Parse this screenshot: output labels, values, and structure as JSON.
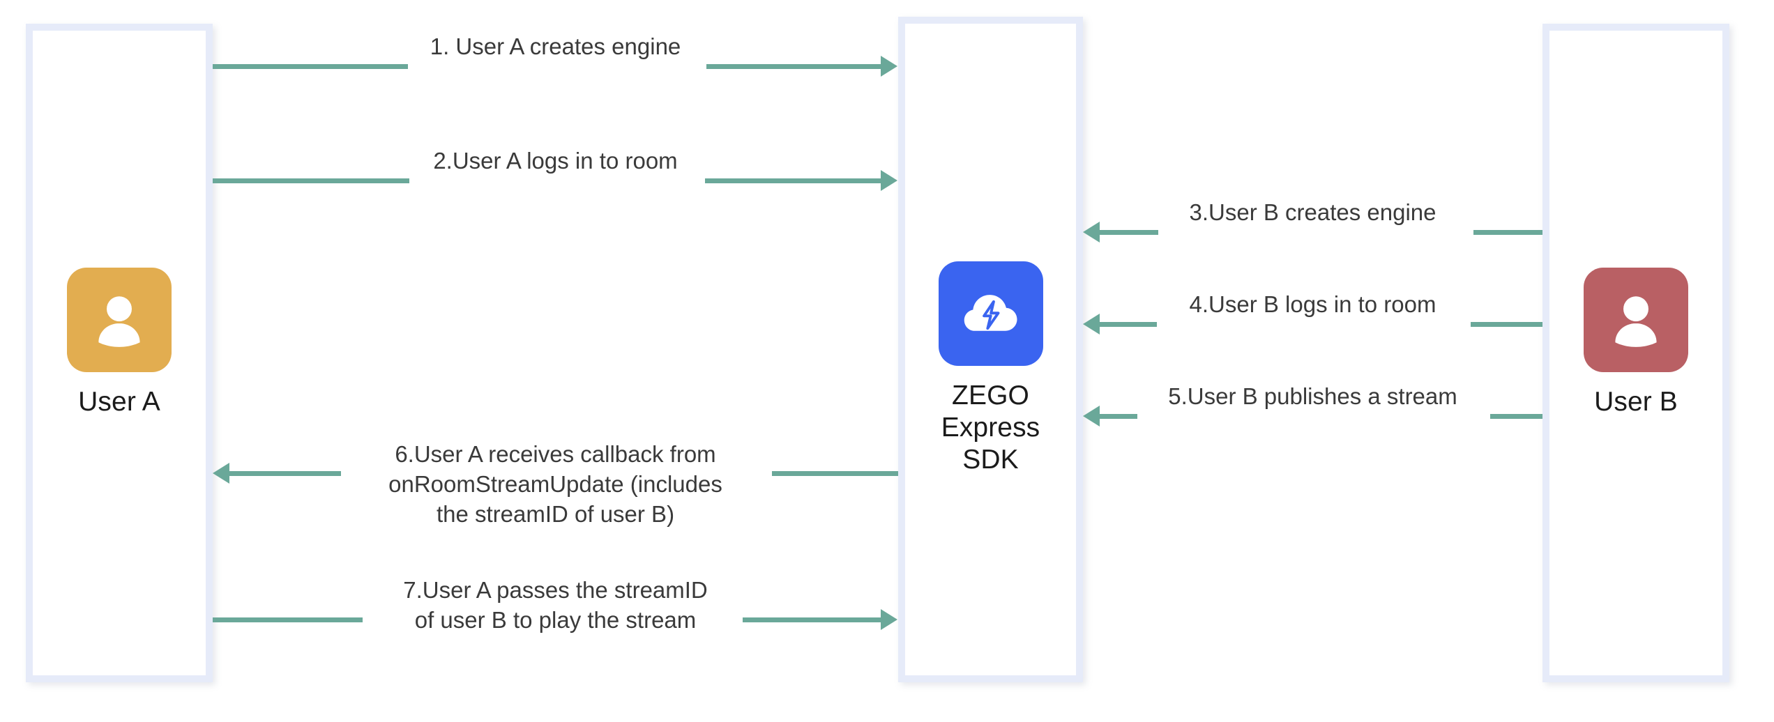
{
  "diagram": {
    "type": "sequence-diagram",
    "title": "ZEGO Express SDK stream publish and play flow",
    "background_color": "#ffffff",
    "arrow_color": "#6aa899",
    "column_border_color": "#e6ebf9",
    "label_color": "#3a3a3a"
  },
  "actors": [
    {
      "id": "user-a",
      "label": "User A",
      "icon": "person-avatar-icon",
      "icon_color": "#e2ad50",
      "icon_glyph_color": "#ffffff"
    },
    {
      "id": "zego-sdk",
      "label": "ZEGO\nExpress\nSDK",
      "icon": "cloud-lightning-icon",
      "icon_color": "#3a64f0",
      "icon_glyph_color": "#ffffff"
    },
    {
      "id": "user-b",
      "label": "User B",
      "icon": "person-avatar-icon",
      "icon_color": "#b96064",
      "icon_glyph_color": "#ffffff"
    }
  ],
  "messages": [
    {
      "id": "msg-1",
      "number": "1.",
      "label": "1. User A creates engine",
      "from": "user-a",
      "to": "zego-sdk",
      "direction": "right"
    },
    {
      "id": "msg-2",
      "number": "2.",
      "label": "2.User A logs in to room",
      "from": "user-a",
      "to": "zego-sdk",
      "direction": "right"
    },
    {
      "id": "msg-3",
      "number": "3.",
      "label": "3.User B creates engine",
      "from": "user-b",
      "to": "zego-sdk",
      "direction": "left"
    },
    {
      "id": "msg-4",
      "number": "4.",
      "label": "4.User B logs in to room",
      "from": "user-b",
      "to": "zego-sdk",
      "direction": "left"
    },
    {
      "id": "msg-5",
      "number": "5.",
      "label": "5.User B publishes a stream",
      "from": "user-b",
      "to": "zego-sdk",
      "direction": "left"
    },
    {
      "id": "msg-6",
      "number": "6.",
      "label": "6.User A receives callback from\nonRoomStreamUpdate (includes\nthe streamID of user B)",
      "from": "zego-sdk",
      "to": "user-a",
      "direction": "left"
    },
    {
      "id": "msg-7",
      "number": "7.",
      "label": "7.User A passes the streamID\nof user B to play the stream",
      "from": "user-a",
      "to": "zego-sdk",
      "direction": "right"
    }
  ]
}
